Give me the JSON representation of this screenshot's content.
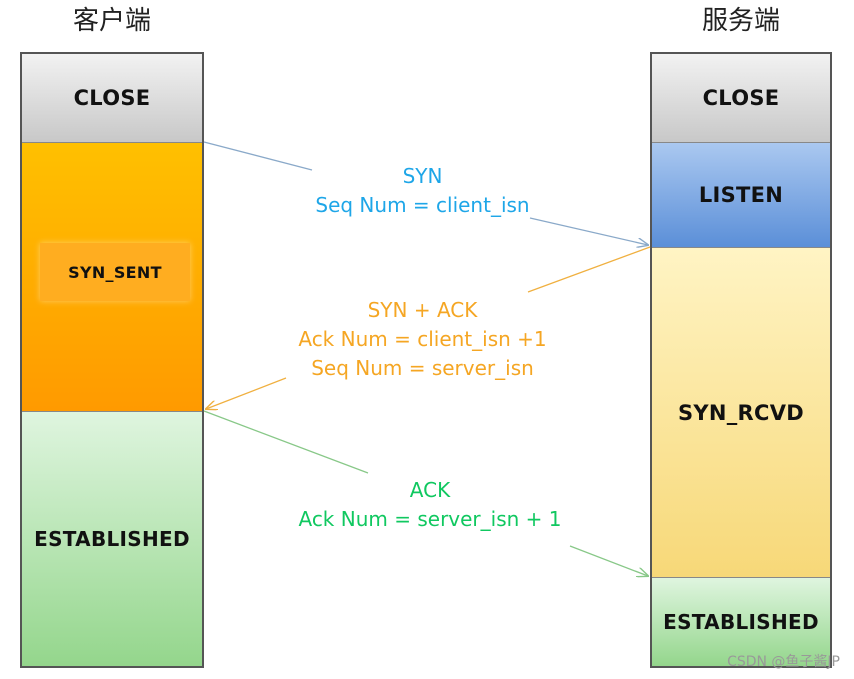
{
  "client": {
    "title": "客户端",
    "states": {
      "close": "CLOSE",
      "syn_sent": "SYN_SENT",
      "established": "ESTABLISHED"
    }
  },
  "server": {
    "title": "服务端",
    "states": {
      "close": "CLOSE",
      "listen": "LISTEN",
      "syn_rcvd": "SYN_RCVD",
      "established": "ESTABLISHED"
    }
  },
  "messages": {
    "syn": {
      "line1": "SYN",
      "line2": "Seq Num = client_isn",
      "color": "#1ea6e8"
    },
    "syn_ack": {
      "line1": "SYN + ACK",
      "line2": "Ack Num =  client_isn +1",
      "line3": "Seq Num = server_isn",
      "color": "#f5a623"
    },
    "ack": {
      "line1": "ACK",
      "line2": "Ack Num = server_isn + 1",
      "color": "#10c860"
    }
  },
  "watermark": "CSDN @鱼子酱JP"
}
